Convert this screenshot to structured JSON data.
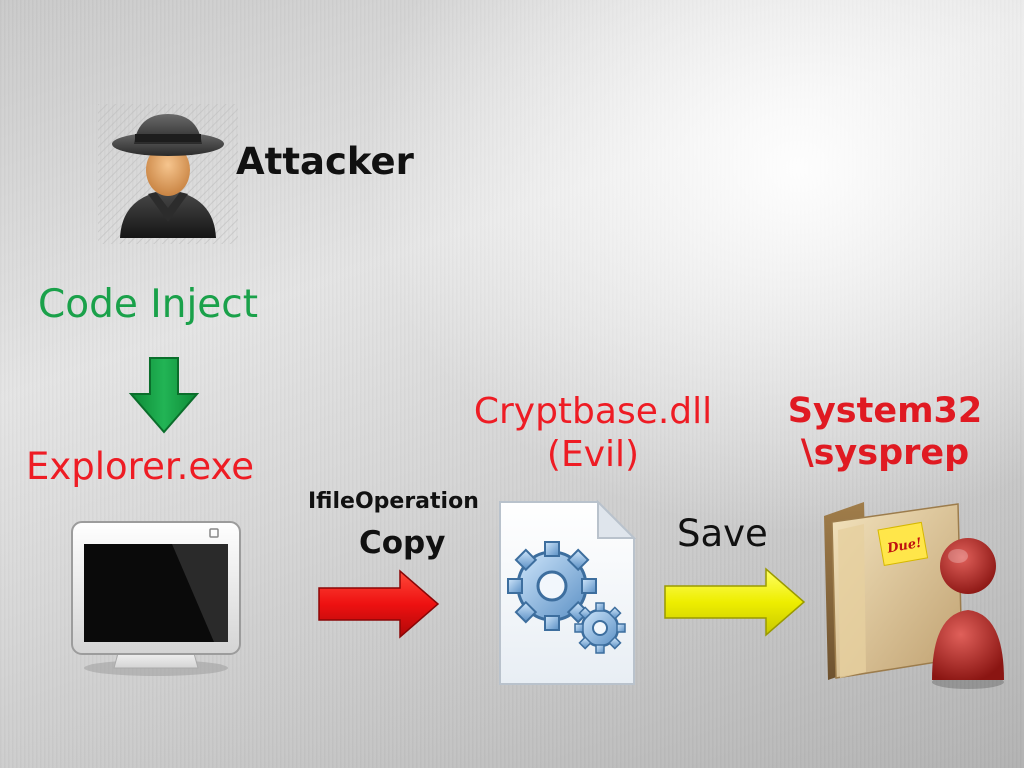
{
  "labels": {
    "attacker": "Attacker",
    "code_inject": "Code Inject",
    "explorer": "Explorer.exe",
    "cryptbase_line1": "Cryptbase.dll",
    "cryptbase_line2": "(Evil)",
    "system32_line1": "System32",
    "system32_line2": "\\sysprep",
    "ifileoperation": "IfileOperation",
    "copy": "Copy",
    "save": "Save"
  },
  "folder_note": "Due!",
  "colors": {
    "inject_green": "#1aa14a",
    "red_text": "#ee1c24",
    "copy_arrow": "#ee1111",
    "save_arrow": "#eeee00",
    "down_arrow": "#17a346"
  },
  "icons": {
    "attacker": "spy-person-icon",
    "explorer": "monitor-icon",
    "dll": "gear-document-icon",
    "sysprep": "folder-user-icon"
  }
}
